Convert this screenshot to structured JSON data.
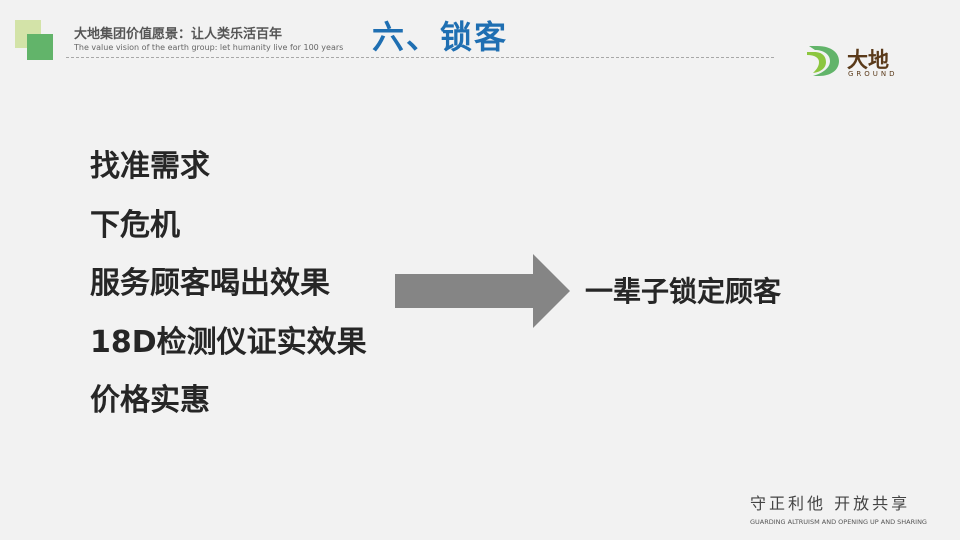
{
  "header": {
    "title": "大地集团价值愿景：让人类乐活百年",
    "subtitle": "The value vision of the earth group: let humanity live for 100 years"
  },
  "page_heading": "六、锁客",
  "logo": {
    "icon": "ground-logo-icon",
    "text": "大地",
    "subtext": "GROUND"
  },
  "items": [
    "找准需求",
    "下危机",
    "服务顾客喝出效果",
    "18D检测仪证实效果",
    "价格实惠"
  ],
  "result": "一辈子锁定顾客",
  "footer": {
    "main": "守正利他  开放共享",
    "sub": "GUARDING ALTRUISM AND OPENING UP AND SHARING"
  },
  "colors": {
    "heading": "#1f6fb2",
    "accent_green": "#62b46a",
    "accent_light_green": "#d3e3a8",
    "arrow_gray": "#858585",
    "logo_brown": "#5a3a1a"
  }
}
